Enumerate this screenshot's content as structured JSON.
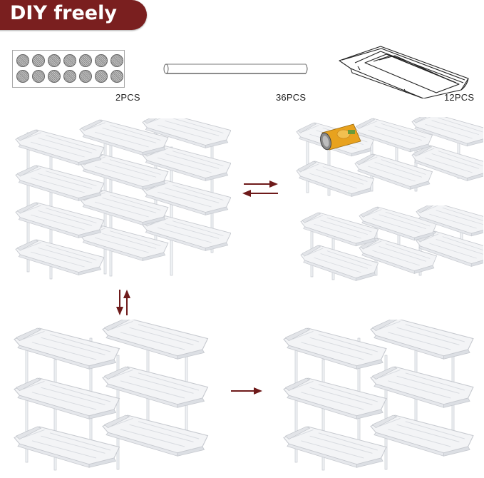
{
  "header": {
    "title": "DIY freely",
    "badge_color": "#7a1f1f"
  },
  "parts": [
    {
      "name": "anti-slip pads sheet",
      "quantity_label": "2PCS"
    },
    {
      "name": "support rod",
      "quantity_label": "36PCS"
    },
    {
      "name": "shelf tray",
      "quantity_label": "12PCS"
    }
  ],
  "configurations": [
    {
      "label": "4-tier x 3-wide stack",
      "tiers": 4,
      "columns": 3
    },
    {
      "label": "2-tier x 3-wide with can",
      "tiers": 2,
      "columns": 3,
      "item": "canned food"
    },
    {
      "label": "2-tier x 3-wide",
      "tiers": 2,
      "columns": 3
    },
    {
      "label": "3-tier x 2-wide",
      "tiers": 3,
      "columns": 2
    },
    {
      "label": "3-tier x 2-wide (result)",
      "tiers": 3,
      "columns": 2
    }
  ],
  "arrows": {
    "color": "#6e1a1a",
    "horizontal_swap": "bidirectional",
    "vertical_swap": "bidirectional",
    "bottom": "right"
  },
  "icons": {
    "pads": "dot-grid-icon",
    "rod": "rod-icon",
    "tray": "tray-icon",
    "swap_h": "swap-horizontal-arrows-icon",
    "swap_v": "swap-vertical-arrows-icon",
    "arrow_right": "arrow-right-icon"
  }
}
